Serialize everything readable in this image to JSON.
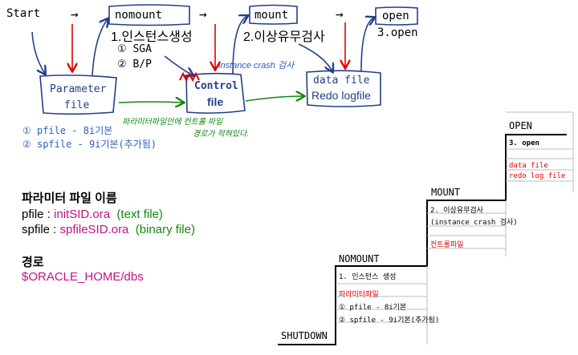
{
  "diagram": {
    "start_label": "Start",
    "arrow_glyph": "→",
    "nomount_label": "nomount",
    "mount_label": "mount",
    "open_label": "open",
    "step1": "1.인스턴스생성",
    "step1_sga": "① SGA",
    "step1_bp": "② B/P",
    "step2": "2.이상유무검사",
    "step3": "3.open",
    "instance_crash_note": "instance crash 검사",
    "parameter_file_line1": "Parameter",
    "parameter_file_line2": "file",
    "control_file_line1": "Control",
    "control_file_line2": "file",
    "data_file": "data file",
    "redo_logfile": "Redo logfile",
    "pfile_note": "① pfile - 8i기본",
    "spfile_note": "② spfile - 9i기본(추가됨)",
    "control_note_line1": "파라미터파일안에 컨트롤 파일",
    "control_note_line2": "경로가 적혀있다."
  },
  "naming": {
    "heading": "파라미터 파일 이름",
    "pfile_label": "pfile : ",
    "pfile_value": "initSID.ora",
    "pfile_type": "(text file)",
    "spfile_label": "spfile : ",
    "spfile_value": "spfileSID.ora",
    "spfile_type": "(binary file)",
    "path_heading": "경로",
    "path_value": "$ORACLE_HOME/dbs"
  },
  "stairs": {
    "shutdown": "SHUTDOWN",
    "nomount": "NOMOUNT",
    "nomount_step": "1. 인스턴스 생성",
    "nomount_param": "파라미터파일",
    "nomount_pfile": "① pfile - 8i기본",
    "nomount_spfile": "② spfile - 9i기본(추가됨)",
    "mount": "MOUNT",
    "mount_step": "2. 이상유무검사",
    "mount_check": "(instance crash 검사)",
    "mount_control": "컨트롤파일",
    "open": "OPEN",
    "open_step": "3. open",
    "open_datafile": "data file",
    "open_redo": "redo log file"
  },
  "colors": {
    "red": "#e00000",
    "green": "#118811",
    "blue": "#2b5ebf",
    "navy": "#233e8b",
    "pink": "#c0138a"
  }
}
